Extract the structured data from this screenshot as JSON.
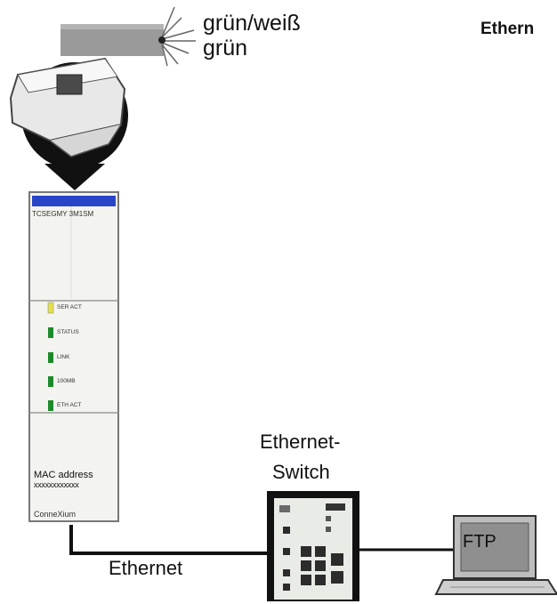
{
  "wire_label_1": "grün/weiß",
  "wire_label_2": "grün",
  "ethernet_title": "Ethern",
  "switch_label_line1": "Ethernet-",
  "switch_label_line2": "Switch",
  "cable_label": "Ethernet",
  "module_name": "TCSEGMY 3M1SM",
  "leds": [
    {
      "label": "SER ACT",
      "color": "#e3e04a"
    },
    {
      "label": "STATUS",
      "color": "#1d8a2a"
    },
    {
      "label": "LINK",
      "color": "#1d8a2a"
    },
    {
      "label": "100MB",
      "color": "#1d8a2a"
    },
    {
      "label": "ETH ACT",
      "color": "#1d8a2a"
    }
  ],
  "mac_label": "MAC address",
  "mac_value": "xxxxxxxxxxxx",
  "brand": "ConneXium",
  "ftp_label": "FTP",
  "colors": {
    "line": "#111111",
    "module_top": "#2845c8",
    "panel": "#f2f2ee",
    "screen": "#8f8f8f"
  }
}
